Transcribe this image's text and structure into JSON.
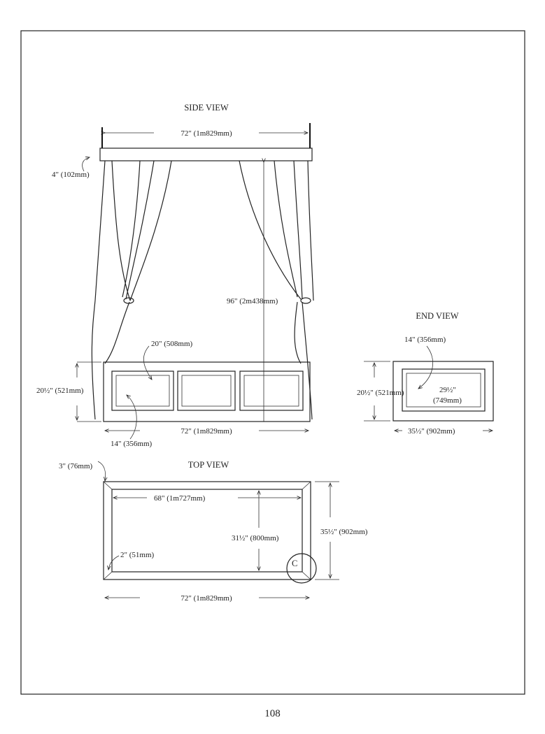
{
  "side_view": {
    "title": "SIDE VIEW",
    "width_top": "72\" (1m829mm)",
    "rail_height": "4\" (102mm)",
    "overall_height": "96\" (2m438mm)",
    "panel_width": "20\" (508mm)",
    "chest_height": "20½\" (521mm)",
    "panel_height": "14\" (356mm)",
    "width_bottom": "72\" (1m829mm)"
  },
  "end_view": {
    "title": "END VIEW",
    "panel_height": "14\" (356mm)",
    "chest_height": "20½\" (521mm)",
    "panel_width_line1": "29½\"",
    "panel_width_line2": "(749mm)",
    "depth": "35½\" (902mm)"
  },
  "top_view": {
    "title": "TOP VIEW",
    "corner": "3\" (76mm)",
    "inner_length": "68\" (1m727mm)",
    "inner_depth": "31½\" (800mm)",
    "outer_depth": "35½\" (902mm)",
    "frame": "2\" (51mm)",
    "detail_callout": "C",
    "length": "72\" (1m829mm)"
  },
  "page_number": "108"
}
